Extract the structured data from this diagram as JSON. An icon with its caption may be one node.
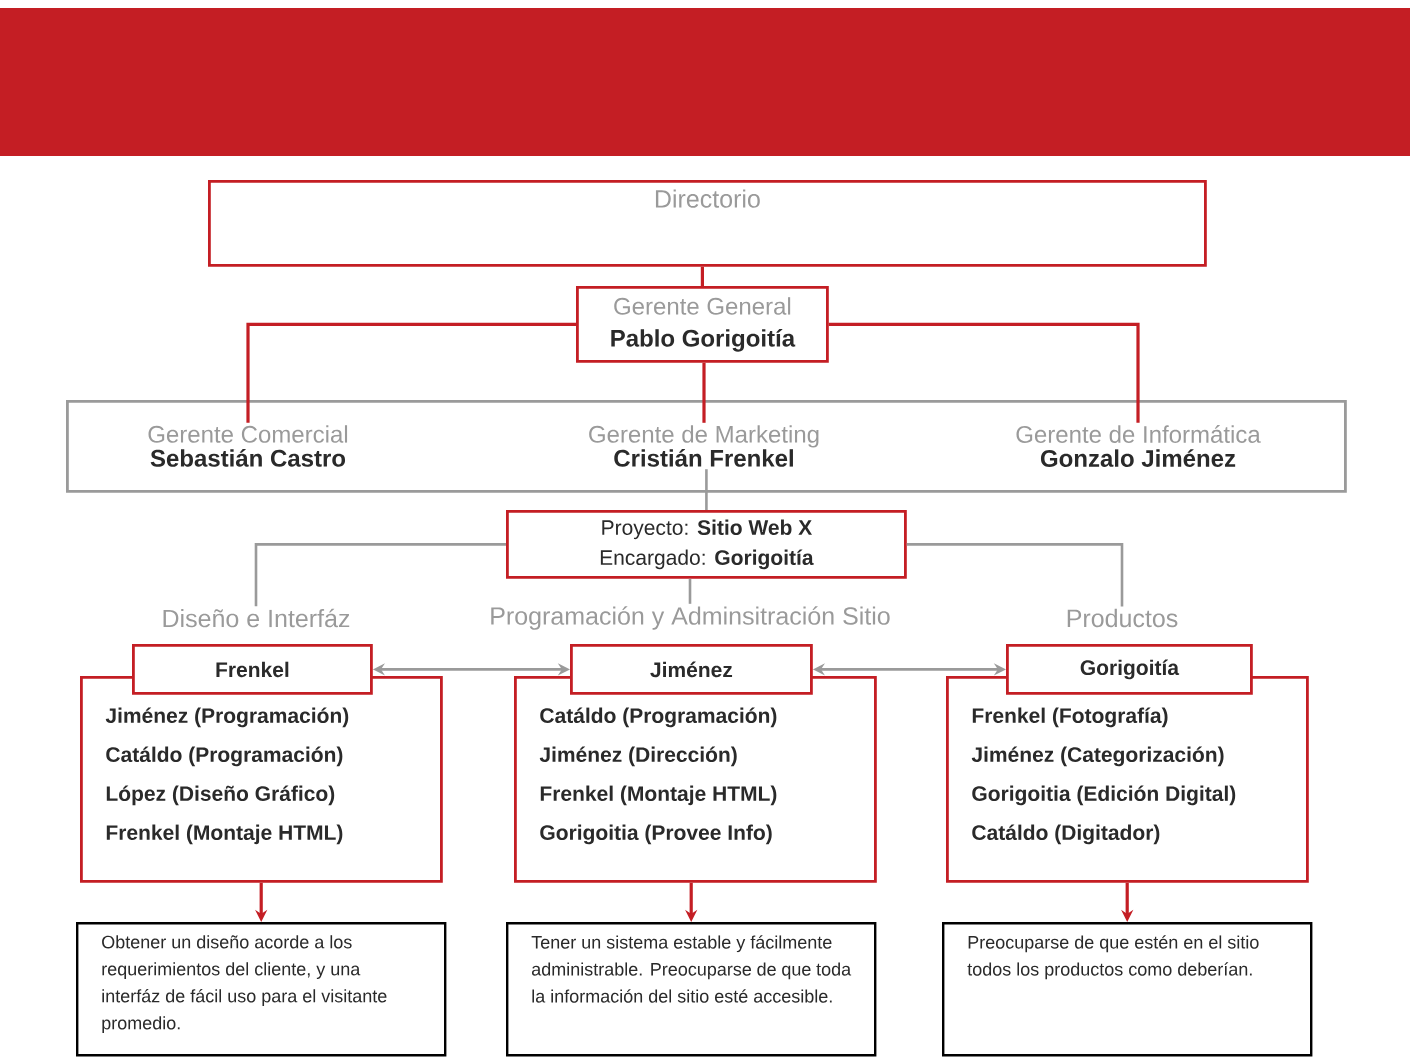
{
  "diagram": {
    "nodes": [
      {
        "text": [
          "Directorio"
        ]
      },
      {
        "text": [
          "Gerente General",
          "Pablo Gorigoitía"
        ]
      },
      {
        "text": [],
        "shape": "box"
      },
      {
        "text": [
          "Gerente Comercial",
          "Sebastián Castro"
        ],
        "in": 2
      },
      {
        "text": [
          "Gerente de Marketing",
          "Cristián Frenkel"
        ],
        "in": 2
      },
      {
        "text": [
          "Gerente de Informática",
          "Gonzalo Jiménez"
        ],
        "in": 2
      },
      {
        "text": [
          "Proyecto: **Sitio Web X**",
          "Encargado: **Gorigoitía**"
        ]
      },
      {
        "text": [
          "Diseño e Interfáz"
        ]
      },
      {
        "text": [
          "Programación y Adminsitración Sitio"
        ]
      },
      {
        "text": [
          "Productos"
        ]
      },
      {
        "text": [
          "Jiménez (Programación)",
          "Catáldo (Programación)",
          "López (Diseño Gráfico)",
          "Frenkel (Montaje HTML)"
        ]
      },
      {
        "text": [
          "Frenkel"
        ]
      },
      {
        "text": [
          "Catáldo (Programación)",
          "Jiménez (Dirección)",
          "Frenkel (Montaje HTML)",
          "Gorigoitia (Provee Info)"
        ]
      },
      {
        "text": [
          "Jiménez"
        ]
      },
      {
        "text": [
          "Frenkel (Fotografía)",
          "Jiménez (Categorización)",
          "Gorigoitia (Edición Digital)",
          "Catáldo (Digitador)"
        ]
      },
      {
        "text": [
          "Gorigoitía"
        ]
      },
      {
        "text": [
          "Obtener un diseño acorde a los requerimientos del cliente, y una interfáz de fácil uso para el visitante promedio."
        ]
      },
      {
        "text": [
          "Tener un sistema estable y fácilmente administrable. Preocuparse de que toda la información del sitio esté accesible."
        ]
      },
      {
        "text": [
          "Preocuparse de que estén en el sitio todos los productos como deberían."
        ]
      }
    ],
    "edges": [
      {
        "from": 0,
        "to": 1,
        "arrow": "none"
      },
      {
        "from": 1,
        "to": 3,
        "arrow": "none"
      },
      {
        "from": 1,
        "to": 4,
        "arrow": "none"
      },
      {
        "from": 1,
        "to": 5,
        "arrow": "none"
      },
      {
        "from": 4,
        "to": 6,
        "arrow": "none",
        "color": "#9a9a9a"
      },
      {
        "from": 6,
        "to": 7,
        "arrow": "none",
        "color": "#9a9a9a"
      },
      {
        "from": 6,
        "to": 8,
        "arrow": "none",
        "color": "#9a9a9a"
      },
      {
        "from": 6,
        "to": 9,
        "arrow": "none",
        "color": "#9a9a9a"
      },
      {
        "from": 11,
        "to": 13,
        "arrow": "both",
        "color": "#9a9a9a"
      },
      {
        "from": 13,
        "to": 15,
        "arrow": "both",
        "color": "#9a9a9a"
      },
      {
        "from": 10,
        "to": 16,
        "arrow": "to"
      },
      {
        "from": 12,
        "to": 17,
        "arrow": "to"
      },
      {
        "from": 14,
        "to": 18,
        "arrow": "to"
      }
    ]
  }
}
